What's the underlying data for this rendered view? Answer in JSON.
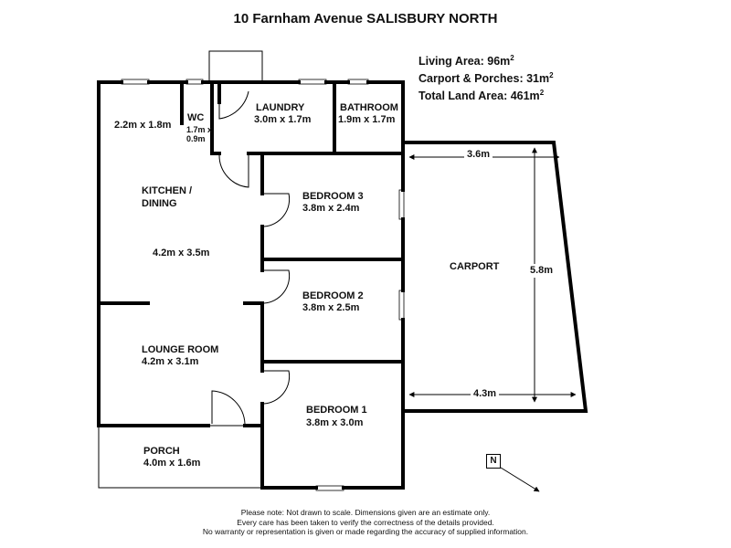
{
  "title": "10 Farnham Avenue SALISBURY NORTH",
  "areas": {
    "living_label": "Living Area: 96m",
    "living_sup": "2",
    "carport_label": "Carport & Porches: 31m",
    "carport_sup": "2",
    "land_label": "Total Land Area: 461m",
    "land_sup": "2"
  },
  "rooms": {
    "unnamed_dim": "2.2m x 1.8m",
    "wc_name": "WC",
    "wc_dim_1": "1.7m x",
    "wc_dim_2": "0.9m",
    "laundry_name": "LAUNDRY",
    "laundry_dim": "3.0m x 1.7m",
    "bathroom_name": "BATHROOM",
    "bathroom_dim": "1.9m x 1.7m",
    "kitchen_name_1": "KITCHEN /",
    "kitchen_name_2": "DINING",
    "kitchen_dim": "4.2m x 3.5m",
    "bed3_name": "BEDROOM 3",
    "bed3_dim": "3.8m x 2.4m",
    "bed2_name": "BEDROOM 2",
    "bed2_dim": "3.8m x 2.5m",
    "lounge_name": "LOUNGE ROOM",
    "lounge_dim": "4.2m x 3.1m",
    "bed1_name": "BEDROOM 1",
    "bed1_dim": "3.8m x 3.0m",
    "porch_name": "PORCH",
    "porch_dim": "4.0m x 1.6m",
    "carport_name": "CARPORT"
  },
  "dimensions": {
    "carport_top": "3.6m",
    "carport_side": "5.8m",
    "carport_bottom": "4.3m"
  },
  "north_label": "N",
  "disclaimer": [
    "Please note: Not drawn to scale. Dimensions given are an estimate only.",
    "Every care has been taken to verify the correctness of the details provided.",
    "No warranty or representation is given or made regarding the accuracy of supplied information."
  ]
}
